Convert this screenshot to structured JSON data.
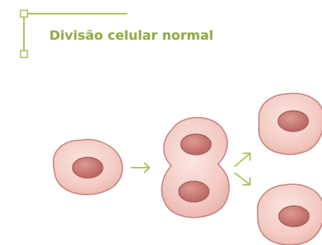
{
  "title": "Divisão celular normal",
  "colors": {
    "accent": "#9bb53c",
    "title_text": "#8aa63a",
    "cell_fill": "#f5d1cb",
    "cell_stroke": "#b86e6b",
    "nucleus_fill": "#c97773",
    "nucleus_stroke": "#9f5552",
    "arrow": "#9fbf4c"
  },
  "stages": [
    {
      "name": "parent-cell",
      "count": 1
    },
    {
      "name": "dividing-cell",
      "count": 1
    },
    {
      "name": "daughter-cells",
      "count": 2
    }
  ]
}
